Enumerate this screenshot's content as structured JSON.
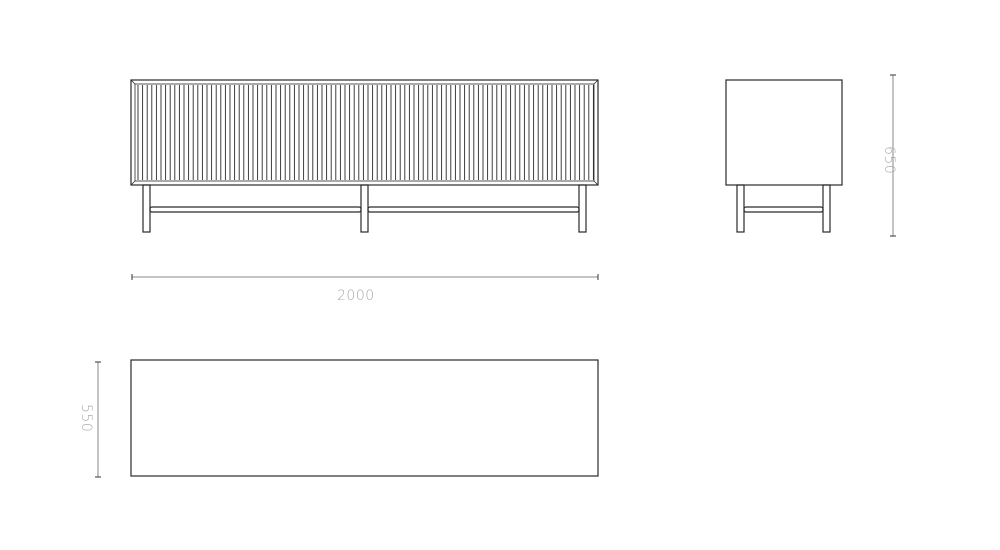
{
  "drawing": {
    "title": "Sideboard technical drawing",
    "views": [
      "front-view",
      "side-view",
      "top-view"
    ]
  },
  "dimensions": {
    "width": "2000",
    "height": "650",
    "depth": "550"
  },
  "colors": {
    "line": "#2a2a2a",
    "dimension_line": "#8a8a8a",
    "dimension_text": "#a8a8a8",
    "background": "#ffffff"
  }
}
